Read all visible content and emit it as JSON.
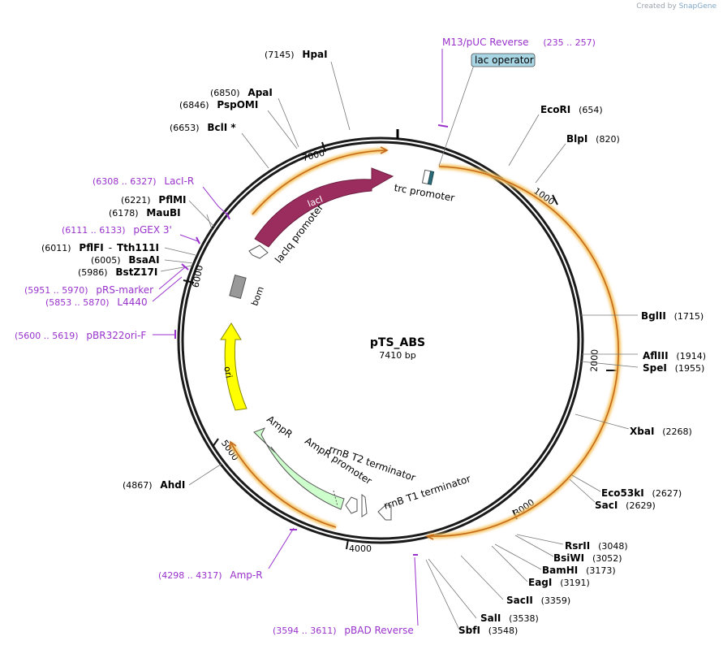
{
  "watermark": {
    "created_by": "Created by",
    "brand": "SnapGene"
  },
  "plasmid": {
    "name": "pTS_ABS",
    "size_label": "7410 bp",
    "length": 7410
  },
  "colors": {
    "ring": "#1a1a1a",
    "orf_arrow": "#c46a1a",
    "orf_glow": "#f5c25f",
    "laci": "#9b2d5e",
    "ori": "#ffff00",
    "ampr": "#ccffcc",
    "bom": "#999999",
    "primer": "#9932cc",
    "enzyme": "#000000",
    "leader": "#777777",
    "lac_operator_fill": "#a9d6e5"
  },
  "tick_labels": [
    "1000",
    "2000",
    "3000",
    "4000",
    "5000",
    "6000",
    "7000"
  ],
  "enzymes": [
    {
      "name": "HpaI",
      "pos": "(7145)"
    },
    {
      "name": "ApaI",
      "pos": "(6850)"
    },
    {
      "name": "PspOMI",
      "pos": "(6846)"
    },
    {
      "name": "BclI *",
      "pos": "(6653)"
    },
    {
      "name": "PflMI",
      "pos": "(6221)"
    },
    {
      "name": "MauBI",
      "pos": "(6178)"
    },
    {
      "name": "PflFI",
      "pos": "(6011)"
    },
    {
      "name": "Tth111I",
      "pos": ""
    },
    {
      "name": "BsaAI",
      "pos": "(6005)"
    },
    {
      "name": "BstZ17I",
      "pos": "(5986)"
    },
    {
      "name": "EcoRI",
      "pos": "(654)"
    },
    {
      "name": "BlpI",
      "pos": "(820)"
    },
    {
      "name": "BglII",
      "pos": "(1715)"
    },
    {
      "name": "AflIII",
      "pos": "(1914)"
    },
    {
      "name": "SpeI",
      "pos": "(1955)"
    },
    {
      "name": "XbaI",
      "pos": "(2268)"
    },
    {
      "name": "Eco53kI",
      "pos": "(2627)"
    },
    {
      "name": "SacI",
      "pos": "(2629)"
    },
    {
      "name": "RsrII",
      "pos": "(3048)"
    },
    {
      "name": "BsiWI",
      "pos": "(3052)"
    },
    {
      "name": "BamHI",
      "pos": "(3173)"
    },
    {
      "name": "EagI",
      "pos": "(3191)"
    },
    {
      "name": "SacII",
      "pos": "(3359)"
    },
    {
      "name": "SalI",
      "pos": "(3538)"
    },
    {
      "name": "SbfI",
      "pos": "(3548)"
    },
    {
      "name": "AhdI",
      "pos": "(4867)"
    }
  ],
  "primers": [
    {
      "name": "M13/pUC Reverse",
      "range": "(235 .. 257)"
    },
    {
      "name": "LacI-R",
      "range": "(6308 .. 6327)"
    },
    {
      "name": "pGEX 3'",
      "range": "(6111 .. 6133)"
    },
    {
      "name": "pRS-marker",
      "range": "(5951 .. 5970)"
    },
    {
      "name": "L4440",
      "range": "(5853 .. 5870)"
    },
    {
      "name": "pBR322ori-F",
      "range": "(5600 .. 5619)"
    },
    {
      "name": "Amp-R",
      "range": "(4298 .. 4317)"
    },
    {
      "name": "pBAD Reverse",
      "range": "(3594 .. 3611)"
    }
  ],
  "features": {
    "lac_operator": "lac operator",
    "trc_promoter": "trc promoter",
    "laci": "lacI",
    "laciq_promoter": "lacIq promoter",
    "bom": "bom",
    "ori": "ori",
    "ampr": "AmpR",
    "ampr_promoter": "AmpR promoter",
    "rrnb_t2": "rrnB T2 terminator",
    "rrnb_t1": "rrnB T1 terminator"
  }
}
